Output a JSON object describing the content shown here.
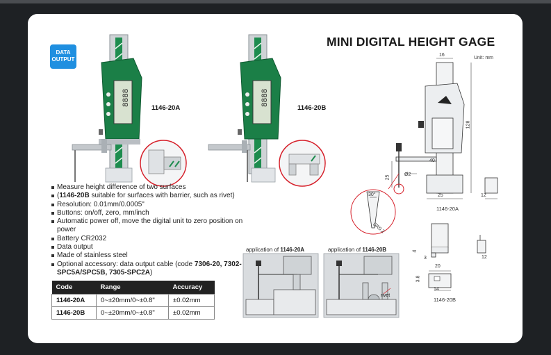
{
  "title": "MINI DIGITAL HEIGHT GAGE",
  "badge": {
    "line1": "DATA",
    "line2": "OUTPUT"
  },
  "models": {
    "a": "1146-20A",
    "b": "1146-20B"
  },
  "features": [
    {
      "text": "Measure height difference of two surfaces"
    },
    {
      "pre": "(",
      "bold": "1146-20B",
      "post": " suitable for surfaces with barrier, such as rivet)"
    },
    {
      "text": "Resolution: 0.01mm/0.0005\""
    },
    {
      "text": "Buttons: on/off, zero, mm/inch"
    },
    {
      "text": "Automatic power off, move the digital unit to zero position on power"
    },
    {
      "text": "Battery CR2032"
    },
    {
      "text": "Data output"
    },
    {
      "text": "Made of stainless steel"
    },
    {
      "pre": "Optional accessory: data output cable (code ",
      "bold": "7306-20, 7302-SPC5A/SPC5B, 7305-SPC2A",
      "post": ")"
    }
  ],
  "table": {
    "headers": [
      "Code",
      "Range",
      "Accuracy"
    ],
    "rows": [
      [
        "1146-20A",
        "0~±20mm/0~±0.8\"",
        "±0.02mm"
      ],
      [
        "1146-20B",
        "0~±20mm/0~±0.8\"",
        "±0.02mm"
      ]
    ]
  },
  "drawing": {
    "unit": "Unit: mm",
    "dims": {
      "d16": "16",
      "d128": "128",
      "d40": "40",
      "d25": "25",
      "d25b": "25",
      "d12": "12",
      "dphi2": "Ø2",
      "d30": "30°",
      "dsr": "SR0.2",
      "d4": "4",
      "d12b": "12",
      "d3": "3",
      "d20": "20",
      "d38": "3.8",
      "d14": "14"
    },
    "label_a": "1146-20A",
    "label_b": "1146-20B"
  },
  "applications": {
    "a_prefix": "application of ",
    "a_model": "1146-20A",
    "b_prefix": "application of ",
    "b_model": "1146-20B",
    "rivet": "rivet"
  },
  "colors": {
    "accent_green": "#1d8c4e",
    "badge_blue": "#1f8fe0",
    "circle_red": "#d6202a"
  }
}
